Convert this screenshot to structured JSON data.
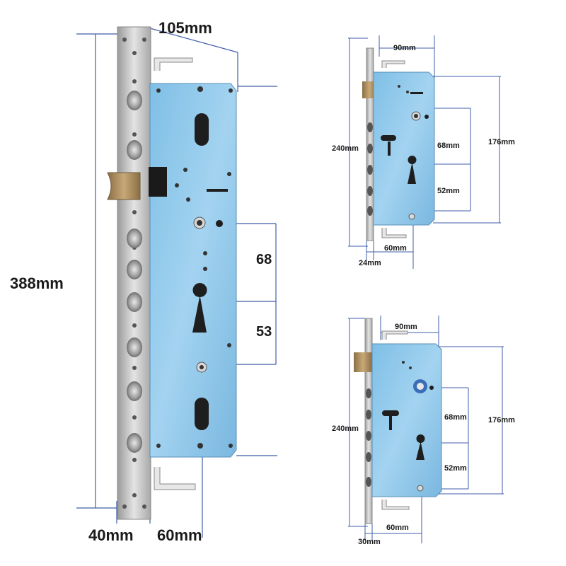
{
  "big_lock": {
    "height_label": "388mm",
    "width_label": "105mm",
    "faceplate_label": "40mm",
    "backset_label": "60mm",
    "handle_to_cylinder_label": "68",
    "cylinder_to_lower_label": "53"
  },
  "top_right_lock": {
    "body_width_label": "90mm",
    "body_height_label": "240mm",
    "span_label": "176mm",
    "handle_to_cylinder_label": "68mm",
    "cylinder_to_lower_label": "52mm",
    "backset_label": "60mm",
    "faceplate_label": "24mm"
  },
  "bottom_right_lock": {
    "body_width_label": "90mm",
    "body_height_label": "240mm",
    "span_label": "176mm",
    "handle_to_cylinder_label": "68mm",
    "cylinder_to_lower_label": "52mm",
    "backset_label": "60mm",
    "faceplate_label": "30mm"
  },
  "colors": {
    "dimension_line": "#3f5ea8",
    "lock_body": "#8fc6e6",
    "faceplate": "#cfcfcf",
    "latch": "#a88a5a"
  }
}
